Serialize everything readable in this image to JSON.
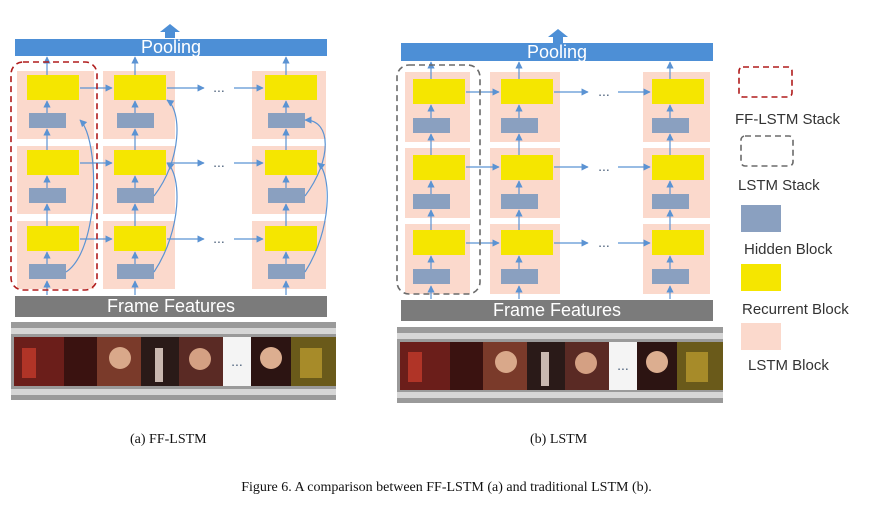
{
  "panels": [
    {
      "pooling_label": "Pooling",
      "features_label": "Frame Features",
      "caption": "(a)  FF-LSTM",
      "ellipsis": "..."
    },
    {
      "pooling_label": "Pooling",
      "features_label": "Frame Features",
      "caption": "(b)  LSTM",
      "ellipsis": "..."
    }
  ],
  "legend": [
    {
      "label": "FF-LSTM Stack",
      "swatch": "dashed-red"
    },
    {
      "label": "LSTM Stack",
      "swatch": "dashed-gray"
    },
    {
      "label": "Hidden Block",
      "swatch": "#8aa0c0"
    },
    {
      "label": "Recurrent Block",
      "swatch": "#f5e600"
    },
    {
      "label": "LSTM Block",
      "swatch": "#fbd9cc"
    }
  ],
  "figure_caption": "Figure 6. A comparison between FF-LSTM (a) and traditional LSTM (b).",
  "colors": {
    "pooling": "#4d8fd6",
    "features": "#7b7b7b",
    "lstm_block": "#fbd9cc",
    "recurrent": "#f5e600",
    "hidden": "#8aa0c0",
    "arrow": "#5b93d3",
    "ff_stack": "#b01c1c",
    "lstm_stack": "#6b6b6b"
  }
}
